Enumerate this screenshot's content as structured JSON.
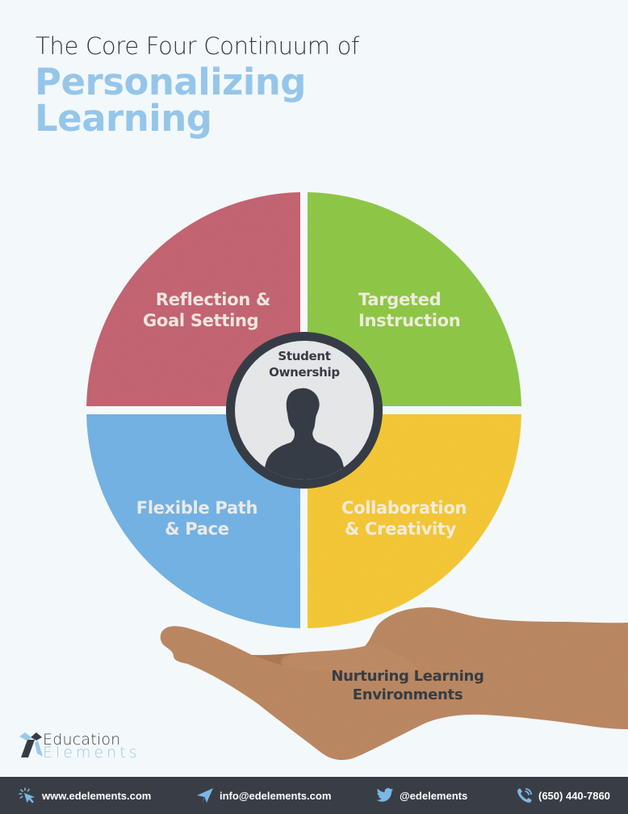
{
  "title": {
    "line1": "The Core Four Continuum of",
    "line2": "Personalizing",
    "line3": "Learning"
  },
  "diagram": {
    "quadrants": [
      {
        "id": "top-left",
        "line1": "Reflection &",
        "line2": "Goal Setting",
        "color": "#c2616e"
      },
      {
        "id": "top-right",
        "line1": "Targeted",
        "line2": "Instruction",
        "color": "#8cc63f"
      },
      {
        "id": "bottom-left",
        "line1": "Flexible Path",
        "line2": "& Pace",
        "color": "#6fb1e3"
      },
      {
        "id": "bottom-right",
        "line1": "Collaboration",
        "line2": "& Creativity",
        "color": "#f4c62f"
      }
    ],
    "center": {
      "line1": "Student",
      "line2": "Ownership",
      "icon": "person-silhouette-icon"
    },
    "base": {
      "line1": "Nurturing Learning",
      "line2": "Environments",
      "icon": "open-hand-icon"
    }
  },
  "logo": {
    "word1": "Education",
    "word2": "Elements"
  },
  "footer": {
    "items": [
      {
        "icon": "cursor-click-icon",
        "text": "www.edelements.com"
      },
      {
        "icon": "paper-plane-icon",
        "text": "info@edelements.com"
      },
      {
        "icon": "twitter-bird-icon",
        "text": "@edelements"
      },
      {
        "icon": "phone-icon",
        "text": "(650) 440-7860"
      }
    ]
  },
  "colors": {
    "background": "#f3f8fb",
    "title_accent": "#95c6ea",
    "dark": "#363c46",
    "footer": "#393e46",
    "hand": "#b9855d",
    "icon_blue": "#7bb8e4"
  }
}
